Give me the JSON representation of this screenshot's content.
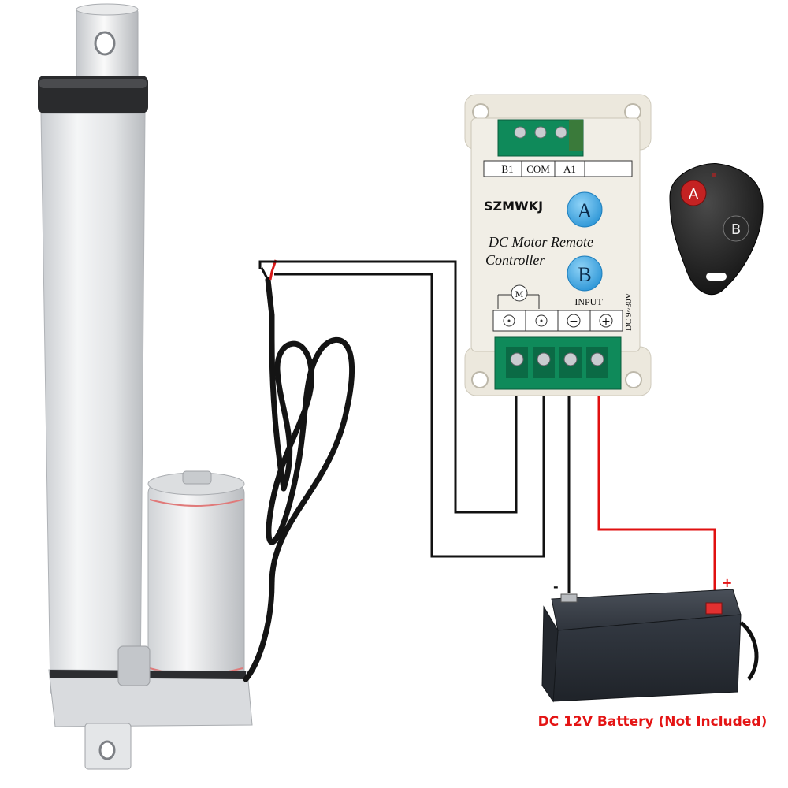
{
  "controller": {
    "brand": "SZMWKJ",
    "title_line1": "DC Motor Remote",
    "title_line2": "Controller",
    "button_a": "A",
    "button_b": "B",
    "terminal_b1": "B1",
    "terminal_com": "COM",
    "terminal_a1": "A1",
    "input_label": "INPUT",
    "voltage_label": "DC 9~30V",
    "motor_symbol": "M",
    "minus_symbol": "−",
    "plus_symbol": "+"
  },
  "remote": {
    "button_a": "A",
    "button_b": "B"
  },
  "battery": {
    "minus": "-",
    "plus": "+",
    "caption": "DC 12V Battery (Not Included)"
  },
  "colors": {
    "wire_black": "#111111",
    "wire_red": "#e01010",
    "caption_red": "#e41414",
    "button_blue": "#3aa8e4",
    "controller_body": "#eeeae0",
    "battery_body": "#2b3038"
  }
}
